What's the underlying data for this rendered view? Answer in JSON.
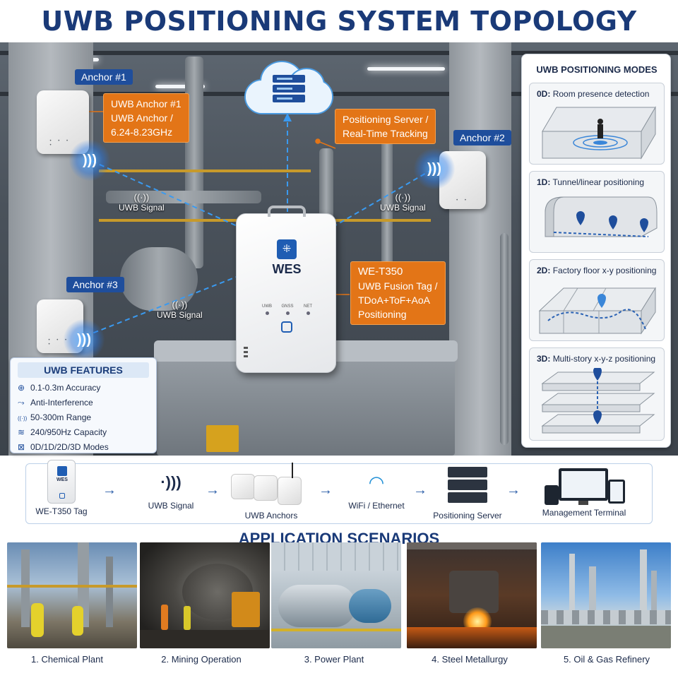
{
  "title": "UWB POSITIONING SYSTEM TOPOLOGY",
  "topology": {
    "anchor1_tag": "Anchor #1",
    "anchor1_callout": [
      "UWB Anchor #1",
      "UWB Anchor /",
      "6.24-8.23GHz"
    ],
    "anchor2_tag": "Anchor #2",
    "anchor3_tag": "Anchor #3",
    "server_callout": [
      "Positioning Server /",
      "Real-Time Tracking"
    ],
    "tag_callout": [
      "WE-T350",
      "UWB Fusion Tag /",
      "TDoA+ToF+AoA",
      "Positioning"
    ],
    "signal_label": "UWB Signal",
    "device_brand": "WES",
    "device_leds": [
      "UWB",
      "GNSS",
      "NET"
    ]
  },
  "features": {
    "title": "UWB FEATURES",
    "items": [
      {
        "icon": "target-icon",
        "glyph": "⊕",
        "text": "0.1-0.3m Accuracy"
      },
      {
        "icon": "shield-icon",
        "glyph": "⤳",
        "text": "Anti-Interference"
      },
      {
        "icon": "radio-icon",
        "glyph": "((·))",
        "text": "50-300m Range"
      },
      {
        "icon": "capacity-icon",
        "glyph": "≋",
        "text": "240/950Hz Capacity"
      },
      {
        "icon": "modes-icon",
        "glyph": "⊠",
        "text": "0D/1D/2D/3D Modes"
      }
    ]
  },
  "modes": {
    "title": "UWB POSITIONING MODES",
    "items": [
      {
        "key": "0D:",
        "text": "Room presence detection"
      },
      {
        "key": "1D:",
        "text": "Tunnel/linear positioning"
      },
      {
        "key": "2D:",
        "text": "Factory floor x-y positioning"
      },
      {
        "key": "3D:",
        "text": "Multi-story x-y-z positioning"
      }
    ]
  },
  "flow": {
    "items": [
      {
        "icon": "tag-device-icon",
        "label": "WE-T350 Tag"
      },
      {
        "icon": "uwb-signal-icon",
        "label": "UWB Signal"
      },
      {
        "icon": "anchors-icon",
        "label": "UWB Anchors"
      },
      {
        "icon": "wifi-icon",
        "label": "WiFi / Ethernet"
      },
      {
        "icon": "server-icon",
        "label": "Positioning Server"
      },
      {
        "icon": "terminal-icon",
        "label": "Management Terminal"
      }
    ],
    "arrow": "→"
  },
  "applications": {
    "title": "APPLICATION SCENARIOS",
    "items": [
      {
        "label": "1. Chemical Plant"
      },
      {
        "label": "2. Mining Operation"
      },
      {
        "label": "3. Power Plant"
      },
      {
        "label": "4. Steel Metallurgy"
      },
      {
        "label": "5. Oil & Gas Refinery"
      }
    ]
  },
  "colors": {
    "navy": "#1a3a78",
    "accent_blue": "#1f4e9c",
    "callout_orange": "#e37517",
    "link_blue": "#3a9af0"
  }
}
